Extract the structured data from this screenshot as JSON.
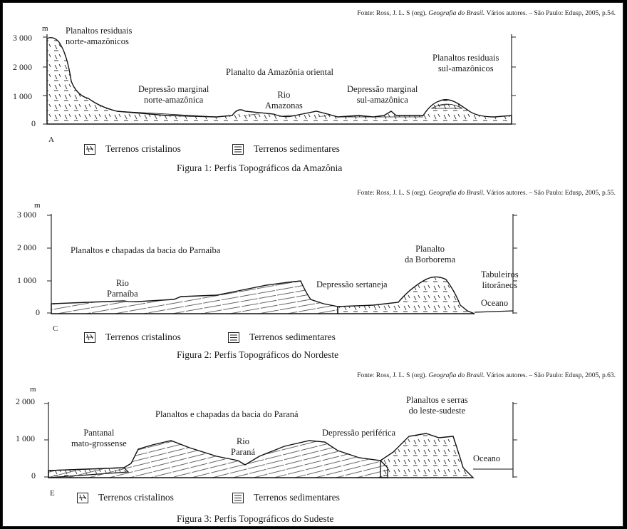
{
  "panels": [
    {
      "source": {
        "prefix": "Fonte: Ross, J. L. S (org).",
        "title": "Geografia do Brasil.",
        "suffix": "Vários autores. – São Paulo: Edusp, 2005, p.54."
      },
      "unit": "m",
      "ticks": [
        "3 000",
        "2 000",
        "1 000",
        "0"
      ],
      "letter": "A",
      "labels": [
        {
          "l1": "Planaltos residuais",
          "l2": "norte-amazônicos"
        },
        {
          "l1": "Depressão marginal",
          "l2": "norte-amazônica"
        },
        {
          "l1": "Planalto da Amazônia oriental",
          "l2": ""
        },
        {
          "l1": "Rio",
          "l2": "Amazonas"
        },
        {
          "l1": "Depressão marginal",
          "l2": "sul-amazônica"
        },
        {
          "l1": "Planaltos residuais",
          "l2": "sul-amazônicos"
        }
      ],
      "legend": {
        "crystalline": "Terrenos cristalinos",
        "sedimentary": "Terrenos sedimentares"
      },
      "caption": "Figura 1: Perfis Topográficos da Amazônia"
    },
    {
      "source": {
        "prefix": "Fonte: Ross, J. L. S (org).",
        "title": "Geografia do Brasil.",
        "suffix": "Vários autores. – São Paulo: Edusp, 2005, p.55."
      },
      "unit": "m",
      "ticks": [
        "3 000",
        "2 000",
        "1 000",
        "0"
      ],
      "letter": "C",
      "labels": [
        {
          "l1": "Planaltos e chapadas da bacia do Parnaíba",
          "l2": ""
        },
        {
          "l1": "Rio",
          "l2": "Parnaíba"
        },
        {
          "l1": "Depressão sertaneja",
          "l2": ""
        },
        {
          "l1": "Planalto",
          "l2": "da Borborema"
        },
        {
          "l1": "Tabuleiros",
          "l2": "litorâneos"
        },
        {
          "l1": "Oceano",
          "l2": ""
        }
      ],
      "legend": {
        "crystalline": "Terrenos cristalinos",
        "sedimentary": "Terrenos sedimentares"
      },
      "caption": "Figura 2: Perfis Topográficos do Nordeste"
    },
    {
      "source": {
        "prefix": "Fonte: Ross, J. L. S (org).",
        "title": "Geografia do Brasil.",
        "suffix": "Vários autores. – São Paulo: Edusp, 2005, p.63."
      },
      "unit": "m",
      "ticks": [
        "2 000",
        "1 000",
        "0"
      ],
      "letter": "E",
      "labels": [
        {
          "l1": "Pantanal",
          "l2": "mato-grossense"
        },
        {
          "l1": "Planaltos e chapadas da bacia do Paraná",
          "l2": ""
        },
        {
          "l1": "Rio",
          "l2": "Paraná"
        },
        {
          "l1": "Depressão periférica",
          "l2": ""
        },
        {
          "l1": "Planaltos e serras",
          "l2": "do leste-sudeste"
        },
        {
          "l1": "Oceano",
          "l2": ""
        }
      ],
      "legend": {
        "crystalline": "Terrenos cristalinos",
        "sedimentary": "Terrenos sedimentares"
      },
      "caption": "Figura 3: Perfis Topográficos do Sudeste"
    }
  ]
}
